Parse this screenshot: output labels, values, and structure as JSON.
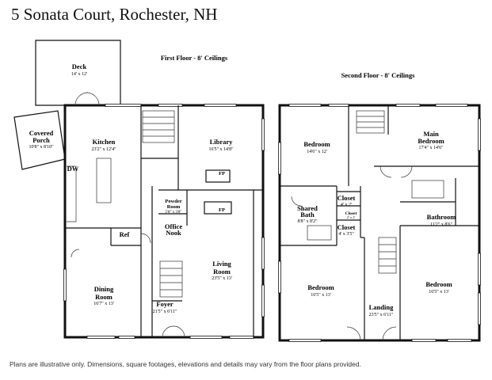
{
  "title": "5 Sonata Court, Rochester, NH",
  "disclaimer": "Plans are illustrative only. Dimensions, square footages, elevations and details may vary from the floor plans provided.",
  "first_floor": {
    "heading": "First Floor - 8' Ceilings",
    "rooms": {
      "deck": {
        "name": "Deck",
        "dim": "14' x 12'"
      },
      "porch": {
        "name1": "Covered",
        "name2": "Porch",
        "dim": "10'8\" x 8'10\""
      },
      "kitchen": {
        "name": "Kitchen",
        "dim": "23'2\" x 12'4\""
      },
      "library": {
        "name": "Library",
        "dim": "16'5\" x 14'8\""
      },
      "powder": {
        "name1": "Powder",
        "name2": "Room",
        "dim": "5'8\" x 3'8\""
      },
      "office": {
        "name1": "Office",
        "name2": "Nook"
      },
      "living": {
        "name1": "Living",
        "name2": "Room",
        "dim": "23'5\" x 13'"
      },
      "dining": {
        "name1": "Dining",
        "name2": "Room",
        "dim": "16'7\" x 13'"
      },
      "foyer": {
        "name": "Foyer",
        "dim": "21'5\" x 6'11\""
      },
      "ref": {
        "name": "Ref"
      },
      "dw": {
        "name": "DW"
      },
      "fp1": {
        "name": "FP"
      },
      "fp2": {
        "name": "FP"
      }
    }
  },
  "second_floor": {
    "heading": "Second Floor - 8' Ceilings",
    "rooms": {
      "bedroom_nw": {
        "name": "Bedroom",
        "dim": "14'6\" x 12'"
      },
      "main_bedroom": {
        "name1": "Main",
        "name2": "Bedroom",
        "dim": "17'4\" x 14'6\""
      },
      "shared_bath": {
        "name1": "Shared",
        "name2": "Bath",
        "dim": "8'8\" x 8'2\""
      },
      "closet1": {
        "name": "Closet",
        "dim": "4' x 2'"
      },
      "closet2": {
        "name": "Closet",
        "dim": "2' x 2'"
      },
      "closet3": {
        "name": "Closet",
        "dim": "4' x 3'5\""
      },
      "bathroom": {
        "name": "Bathroom",
        "dim": "11'2\" x 8'6\""
      },
      "bedroom_sw": {
        "name": "Bedroom",
        "dim": "16'5\" x 13'"
      },
      "bedroom_se": {
        "name": "Bedroom",
        "dim": "16'5\" x 13'"
      },
      "landing": {
        "name": "Landing",
        "dim": "23'5\" x 6'11\""
      }
    }
  }
}
